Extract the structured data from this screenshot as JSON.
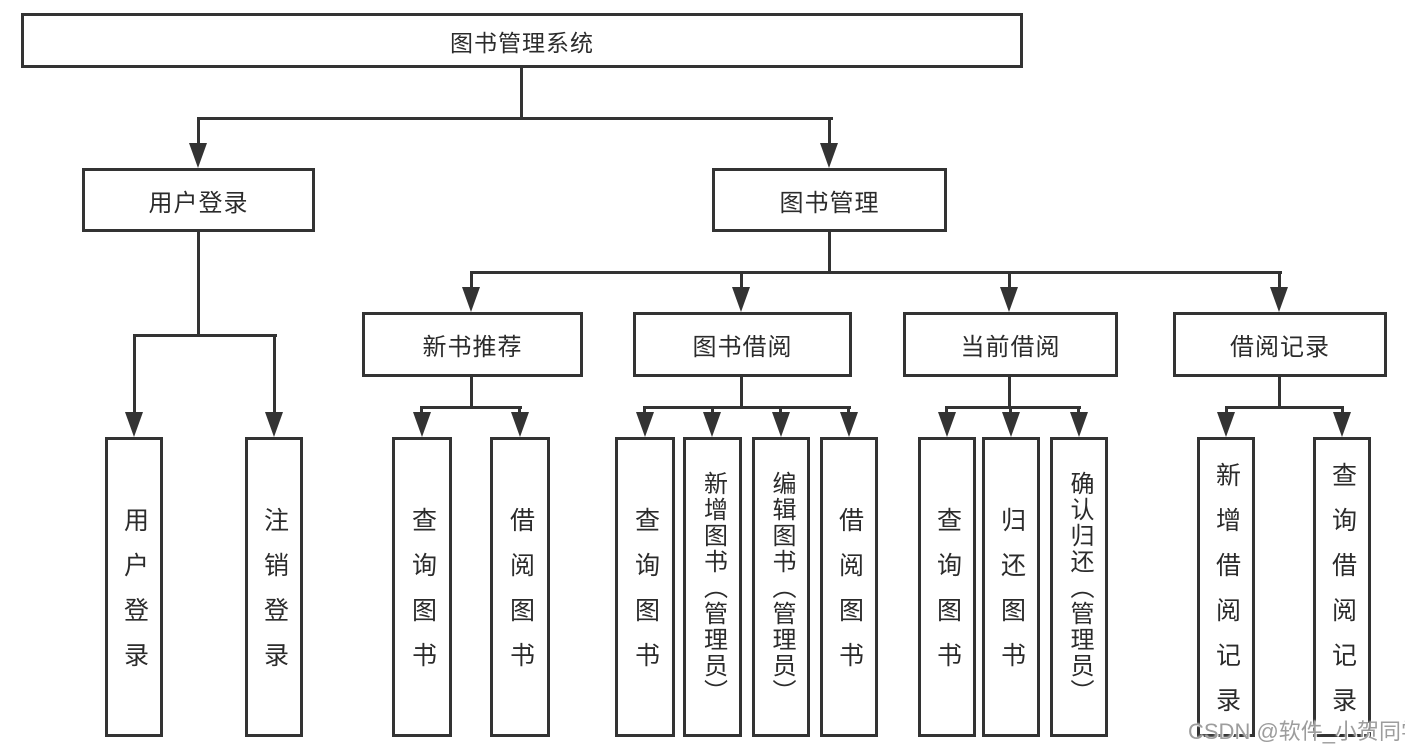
{
  "tree": {
    "label": "图书管理系统",
    "children": [
      {
        "label": "用户登录",
        "children": [
          {
            "label": "用户登录"
          },
          {
            "label": "注销登录"
          }
        ]
      },
      {
        "label": "图书管理",
        "children": [
          {
            "label": "新书推荐",
            "children": [
              {
                "label": "查询图书"
              },
              {
                "label": "借阅图书"
              }
            ]
          },
          {
            "label": "图书借阅",
            "children": [
              {
                "label": "查询图书"
              },
              {
                "label": "新增图书（管理员）"
              },
              {
                "label": "编辑图书（管理员）"
              },
              {
                "label": "借阅图书"
              }
            ]
          },
          {
            "label": "当前借阅",
            "children": [
              {
                "label": "查询图书"
              },
              {
                "label": "归还图书"
              },
              {
                "label": "确认归还（管理员）"
              }
            ]
          },
          {
            "label": "借阅记录",
            "children": [
              {
                "label": "新增借阅记录"
              },
              {
                "label": "查询借阅记录"
              }
            ]
          }
        ]
      }
    ]
  },
  "watermark": {
    "text": "CSDN @软件_小贺同学"
  },
  "colors": {
    "line": "#333333",
    "text": "#2b2b2b",
    "background": "#ffffff",
    "watermark": "#9d9d9d"
  }
}
